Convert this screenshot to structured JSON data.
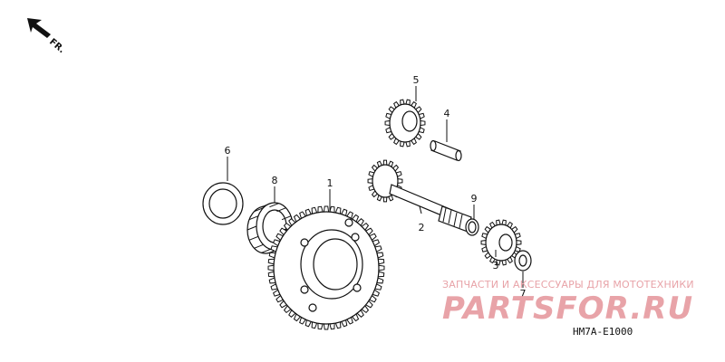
{
  "orientation": {
    "label": "FR.",
    "icon": "arrow-front-icon"
  },
  "parts": [
    {
      "num": "1",
      "name": "starter-driven-gear"
    },
    {
      "num": "2",
      "name": "reduction-shaft"
    },
    {
      "num": "3",
      "name": "reduction-gear"
    },
    {
      "num": "4",
      "name": "pin"
    },
    {
      "num": "5",
      "name": "idle-gear"
    },
    {
      "num": "6",
      "name": "washer"
    },
    {
      "num": "7",
      "name": "washer-small"
    },
    {
      "num": "8",
      "name": "needle-bearing"
    },
    {
      "num": "9",
      "name": "snap-ring"
    }
  ],
  "diagram_code": "HM7A-E1000",
  "watermark": {
    "tagline": "ЗАПЧАСТИ И АКСЕССУАРЫ ДЛЯ МОТОТЕХНИКИ",
    "logo": "PARTSFOR.RU",
    "color": "#e8a3a8"
  }
}
